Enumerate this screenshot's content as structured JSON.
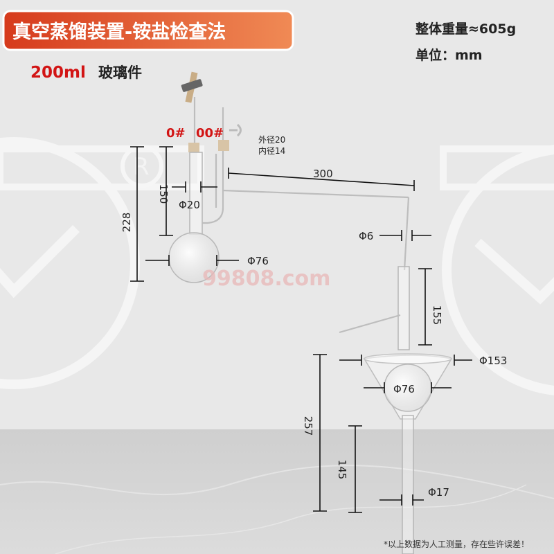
{
  "banner": {
    "title": "真空蒸馏装置-铵盐检查法"
  },
  "info": {
    "weight": "整体重量≈605g",
    "unit": "单位：mm"
  },
  "capacity": {
    "volume": "200ml",
    "material": "玻璃件"
  },
  "labels": {
    "joint_a": "0#",
    "joint_b": "00#",
    "outer_diameter": "外径20",
    "inner_diameter": "内径14",
    "length_300": "300",
    "height_228": "228",
    "height_150": "150",
    "phi_20": "Φ20",
    "phi_76_flask": "Φ76",
    "phi_6": "Φ6",
    "height_155": "155",
    "phi_153": "Φ153",
    "phi_76_bulb": "Φ76",
    "height_257": "257",
    "height_145": "145",
    "phi_17": "Φ17"
  },
  "watermark": "99808.com",
  "footnote": "*以上数据为人工测量，存在些许误差！",
  "colors": {
    "banner_start": "#d63a1c",
    "banner_end": "#f08a55",
    "accent_red": "#d21414",
    "dimension": "#111111"
  }
}
